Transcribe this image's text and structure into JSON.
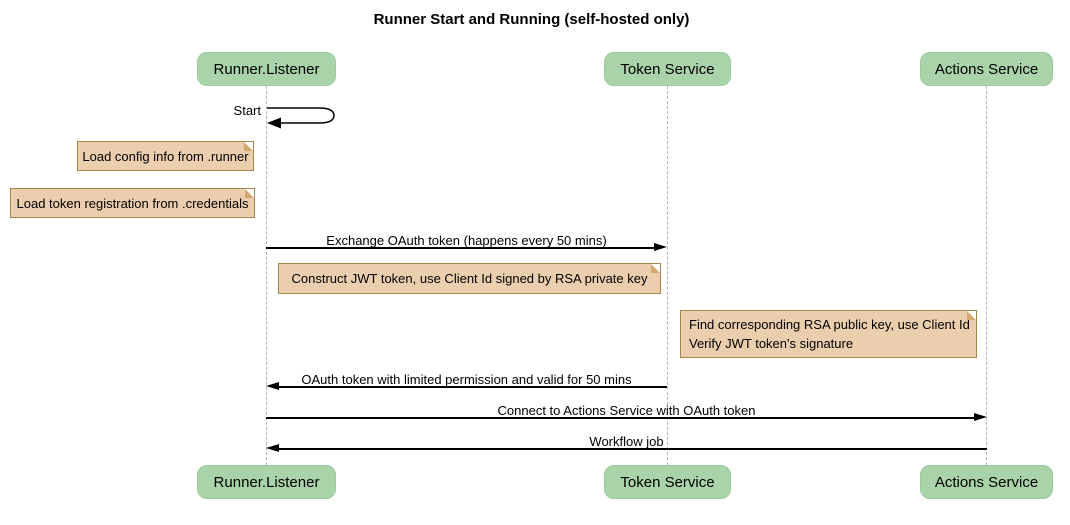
{
  "title": "Runner Start and Running (self-hosted only)",
  "participants": [
    {
      "name": "Runner.Listener"
    },
    {
      "name": "Token Service"
    },
    {
      "name": "Actions Service"
    }
  ],
  "messages": [
    {
      "label": "Start",
      "from": "Runner.Listener",
      "to": "Runner.Listener",
      "type": "self"
    },
    {
      "label": "Exchange OAuth token (happens every 50 mins)",
      "from": "Runner.Listener",
      "to": "Token Service"
    },
    {
      "label": "OAuth token with limited permission and valid for 50 mins",
      "from": "Token Service",
      "to": "Runner.Listener"
    },
    {
      "label": "Connect to Actions Service with OAuth token",
      "from": "Runner.Listener",
      "to": "Actions Service"
    },
    {
      "label": "Workflow job",
      "from": "Actions Service",
      "to": "Runner.Listener"
    }
  ],
  "notes": [
    {
      "text": "Load config info from .runner",
      "position": "left of Runner.Listener"
    },
    {
      "text": "Load token registration from .credentials",
      "position": "left of Runner.Listener"
    },
    {
      "text": "Construct JWT token, use Client Id signed by RSA private key",
      "position": "over Runner.Listener and Token Service"
    },
    {
      "lines": [
        "Find corresponding RSA public key, use Client Id",
        "Verify JWT token's signature"
      ],
      "position": "over Token Service and Actions Service"
    }
  ],
  "colors": {
    "participant_fill": "#A9D3A9",
    "note_fill": "#EBCEAD",
    "note_border": "#A9854E",
    "lifeline": "#B3B3B3",
    "message_line": "#000000",
    "background": "#FFFFFF"
  }
}
